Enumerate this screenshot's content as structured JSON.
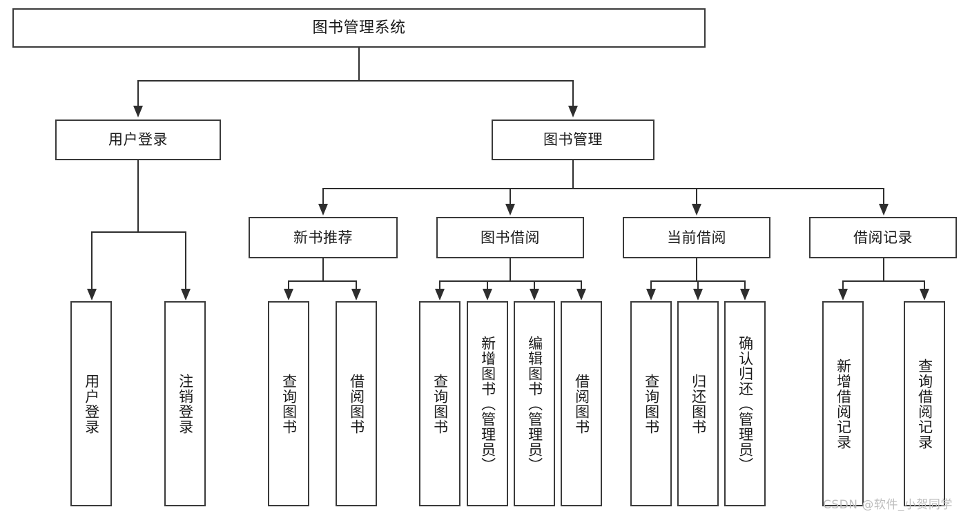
{
  "diagram": {
    "title": "图书管理系统",
    "type": "hierarchy-tree",
    "root": {
      "label": "图书管理系统"
    },
    "level2": [
      {
        "label": "用户登录"
      },
      {
        "label": "图书管理"
      }
    ],
    "level3": [
      {
        "label": "新书推荐"
      },
      {
        "label": "图书借阅"
      },
      {
        "label": "当前借阅"
      },
      {
        "label": "借阅记录"
      }
    ],
    "leaves": {
      "user_login": [
        {
          "label": "用户登录"
        },
        {
          "label": "注销登录"
        }
      ],
      "new_book_recommend": [
        {
          "label": "查询图书"
        },
        {
          "label": "借阅图书"
        }
      ],
      "book_borrow": [
        {
          "label": "查询图书"
        },
        {
          "label": "新增图书（管理员）"
        },
        {
          "label": "编辑图书（管理员）"
        },
        {
          "label": "借阅图书"
        }
      ],
      "current_borrow": [
        {
          "label": "查询图书"
        },
        {
          "label": "归还图书"
        },
        {
          "label": "确认归还（管理员）"
        }
      ],
      "borrow_record": [
        {
          "label": "新增借阅记录"
        },
        {
          "label": "查询借阅记录"
        }
      ]
    }
  },
  "watermark": {
    "text": "CSDN @软件_小贺同学"
  },
  "colors": {
    "box_border": "#3a3a3a",
    "connector": "#2e2e2e",
    "text": "#1a1a1a",
    "background": "#ffffff",
    "watermark": "#bdbdbd"
  }
}
